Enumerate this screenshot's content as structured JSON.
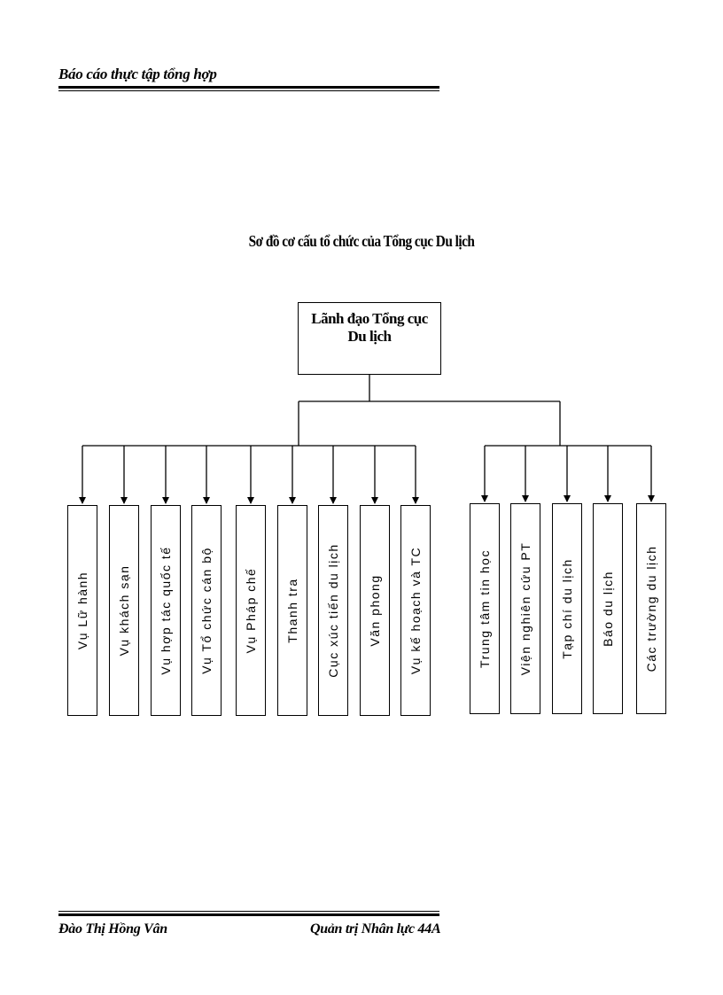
{
  "header": {
    "title": "Báo cáo thực tập tổng hợp"
  },
  "diagram": {
    "title": "Sơ đồ cơ cấu tổ chức của Tổng cục Du  lịch",
    "root": {
      "line1": "Lãnh đạo Tổng cục",
      "line2": "Du lịch"
    },
    "left_group": [
      "Vụ Lữ hành",
      "Vụ khách sạn",
      "Vụ hợp tác quốc tế",
      "Vụ Tổ chức cán bộ",
      "Vụ Pháp chế",
      "Thanh tra",
      "Cục xúc tiến du lịch",
      "Văn phong",
      "Vụ kế hoạch và TC"
    ],
    "right_group": [
      "Trung tâm tin  học",
      "Viện nghiên cứu PT",
      "Tạp chí du lịch",
      "Báo du lịch",
      "Các trường   du lịch"
    ]
  },
  "footer": {
    "author": "Đào Thị Hồng Vân",
    "class": "Quản trị Nhân lực 44A"
  }
}
